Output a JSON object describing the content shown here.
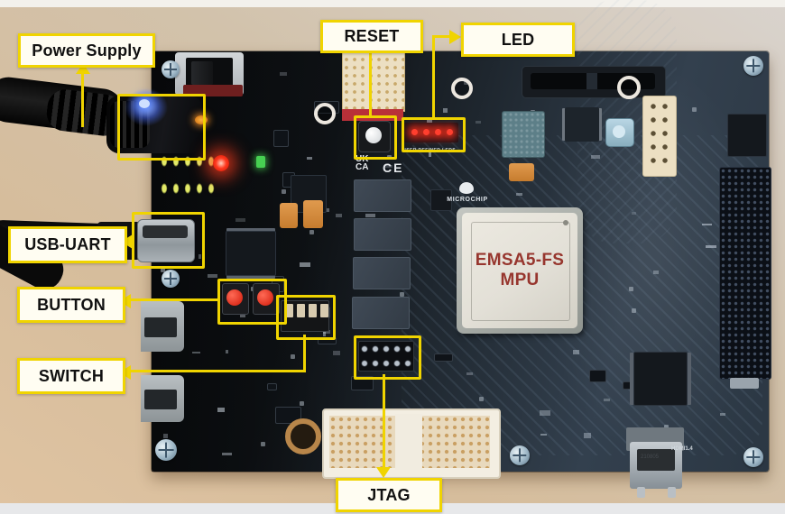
{
  "callouts": {
    "power_supply": "Power Supply",
    "reset": "RESET",
    "led": "LED",
    "usb_uart": "USB-UART",
    "button": "BUTTON",
    "switch": "SWITCH",
    "jtag": "JTAG"
  },
  "mpu_chip": {
    "line1": "EMSA5-FS",
    "line2": "MPU"
  },
  "board_markings": {
    "brand": "MICROCHIP",
    "cert_uk_top": "UK",
    "cert_uk_bottom": "CA",
    "cert_ce": "CE",
    "user_leds_caption": "USER DEFINED LEDS",
    "hdmi_version": "HDMI1.4",
    "hdmi_connector_code": "210805"
  },
  "colors": {
    "annotation": "#f0d400",
    "label_bg": "#fffdf2",
    "label_text": "#111111",
    "chip_text": "#97362e",
    "chip_body": "#e3e0d7",
    "board_dark": "#111519",
    "board_mid": "#222b34",
    "board_light": "#33404e",
    "desk": "#d6bd9c",
    "led_red": "#ff3322",
    "led_green": "#47cf52",
    "led_yellow": "#d9df63",
    "glow_blue": "#5b86ff",
    "cream": "#ecdfc2"
  }
}
